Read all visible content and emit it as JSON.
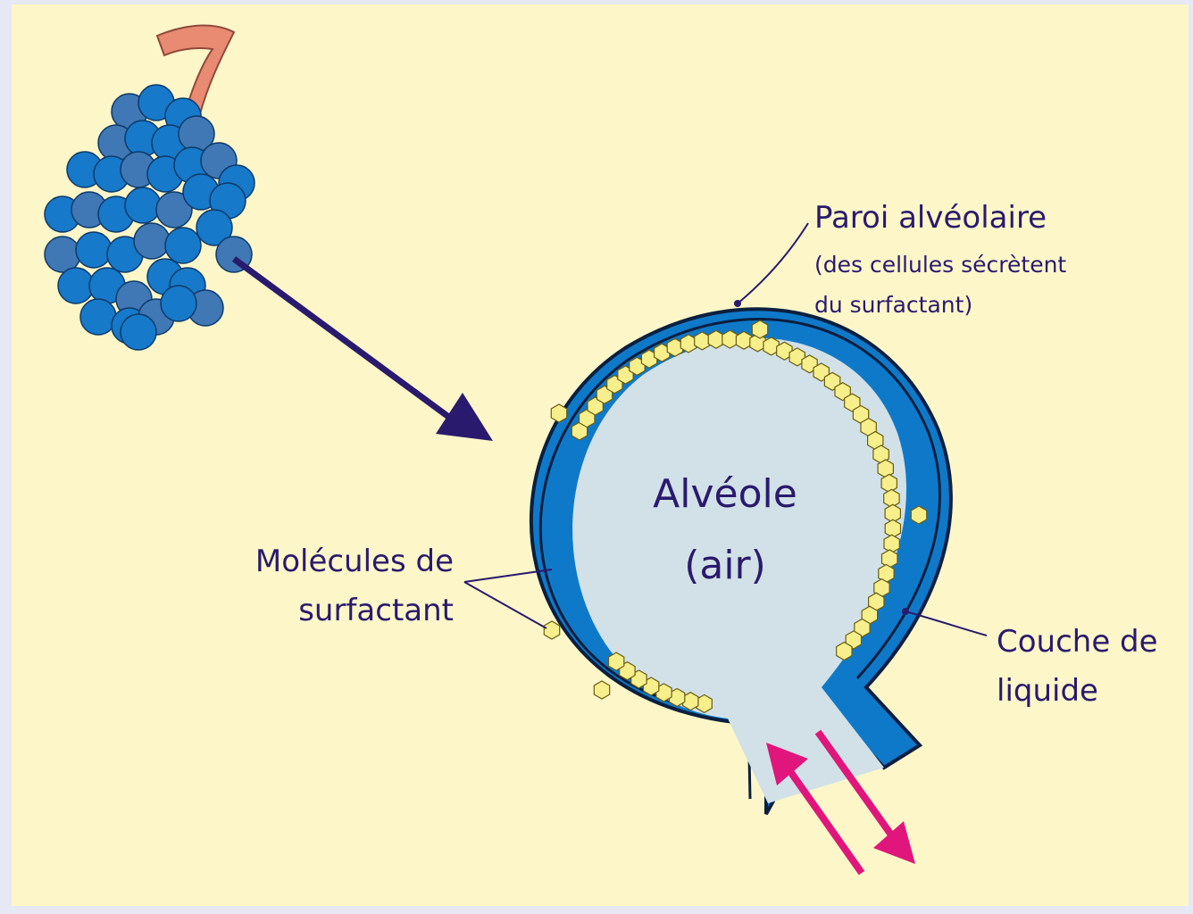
{
  "labels": {
    "paroi_title": "Paroi alvéolaire",
    "paroi_sub1": "(des cellules sécrètent",
    "paroi_sub2": "du surfactant)",
    "alveole_line1": "Alvéole",
    "alveole_line2": "(air)",
    "molecules_line1": "Molécules de",
    "molecules_line2": "surfactant",
    "couche_line1": "Couche de",
    "couche_line2": "liquide"
  },
  "colors": {
    "background": "#fdf6c9",
    "frame": "#e6e8f6",
    "alveolus_wall": "#0f79c9",
    "alveolus_air": "#d1e1e7",
    "cluster_dark": "#1679c9",
    "cluster_light": "#3f78b4",
    "surfactant": "#f7ef8c",
    "arrow_navy": "#2a1a6e",
    "arrow_pink": "#e0167c",
    "bronchiole": "#e98a72"
  },
  "icons": [
    "alveolar-cluster-icon",
    "bronchiole-icon",
    "surfactant-molecule-icon"
  ]
}
